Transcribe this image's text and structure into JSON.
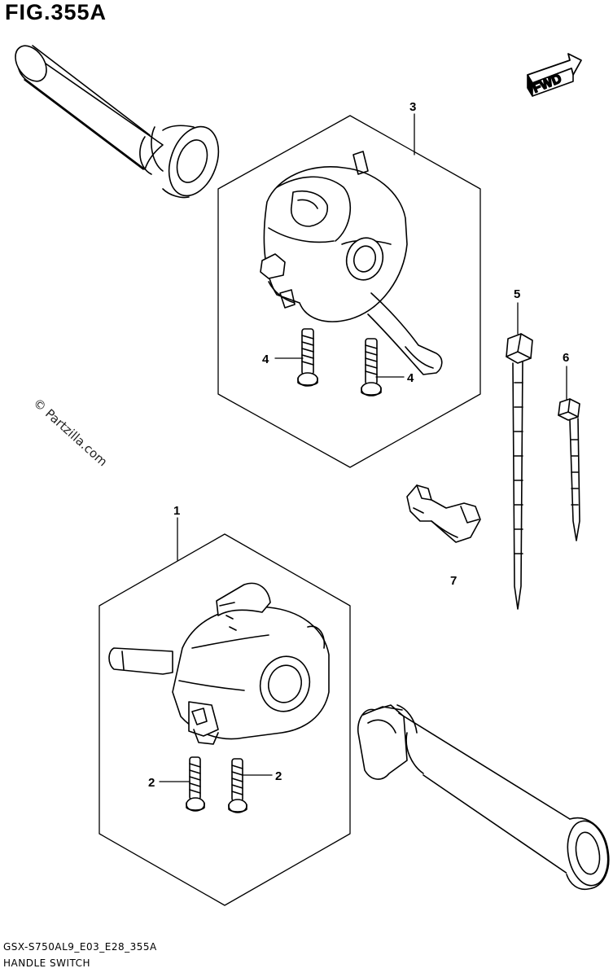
{
  "figure": {
    "title": "FIG.355A",
    "footer_code": "GSX-S750AL9_E03_E28_355A",
    "footer_name": "HANDLE SWITCH",
    "watermark": "© Partzilla.com",
    "fwd_label": "FWD"
  },
  "callouts": [
    {
      "id": "1",
      "label": "1"
    },
    {
      "id": "2a",
      "label": "2"
    },
    {
      "id": "2b",
      "label": "2"
    },
    {
      "id": "3",
      "label": "3"
    },
    {
      "id": "4a",
      "label": "4"
    },
    {
      "id": "4b",
      "label": "4"
    },
    {
      "id": "5",
      "label": "5"
    },
    {
      "id": "6",
      "label": "6"
    },
    {
      "id": "7",
      "label": "7"
    }
  ]
}
